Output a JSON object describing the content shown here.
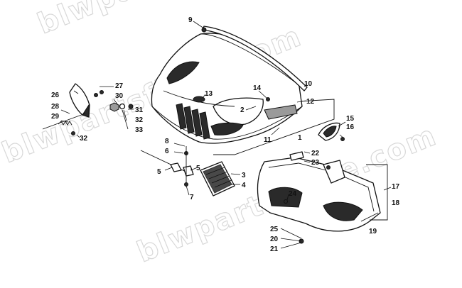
{
  "watermark": "blwpartsfiche.com",
  "callouts": [
    "9",
    "10",
    "13",
    "14",
    "12",
    "2",
    "1",
    "11",
    "15",
    "16",
    "27",
    "26",
    "30",
    "31",
    "32",
    "33",
    "28",
    "29",
    "32",
    "8",
    "6",
    "5",
    "5",
    "7",
    "3",
    "4",
    "22",
    "23",
    "24",
    "17",
    "18",
    "25",
    "20",
    "21",
    "19"
  ]
}
